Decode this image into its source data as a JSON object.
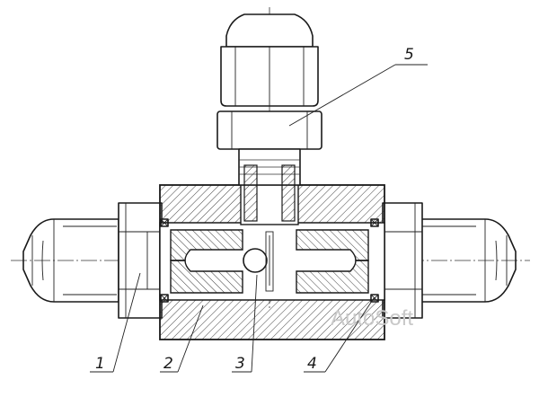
{
  "callouts": {
    "c1": "1",
    "c2": "2",
    "c3": "3",
    "c4": "4",
    "c5": "5"
  },
  "watermark": "AutoSoft"
}
